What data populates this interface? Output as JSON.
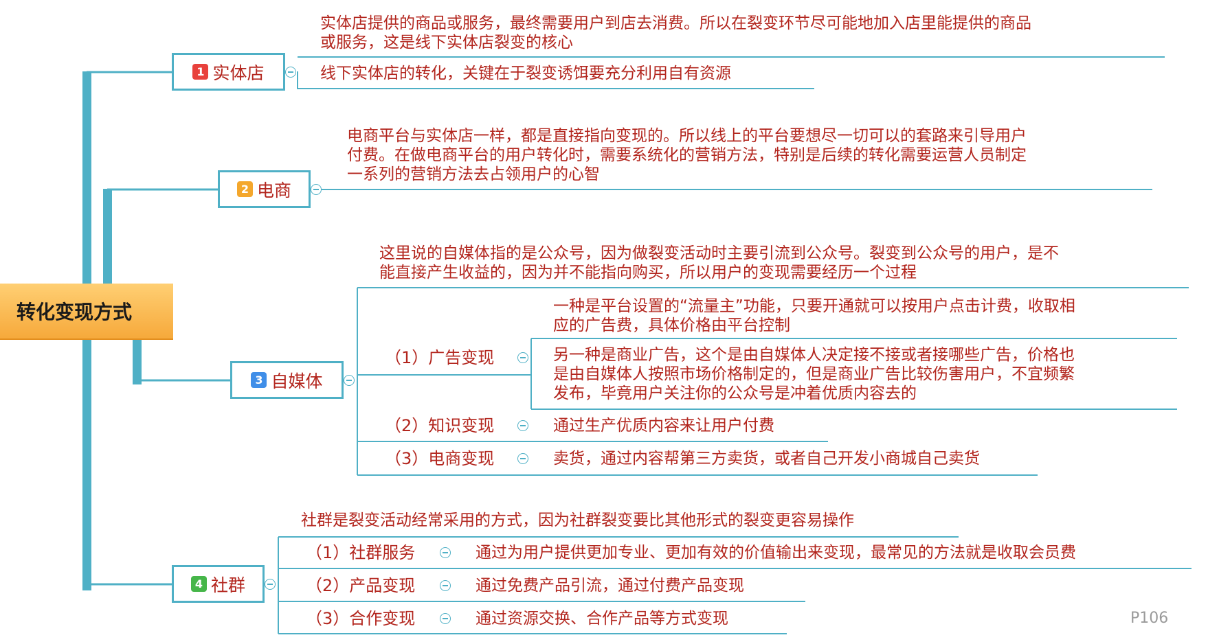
{
  "root": {
    "label": "转化变现方式"
  },
  "branches": {
    "b1": {
      "num": "1",
      "num_color": "#e8413c",
      "label": "实体店",
      "texts": [
        "实体店提供的商品或服务，最终需要用户到店去消费。所以在裂变环节尽可能地加入店里能提供的商品",
        "或服务，这是线下实体店裂变的核心",
        "线下实体店的转化，关键在于裂变诱饵要充分利用自有资源"
      ]
    },
    "b2": {
      "num": "2",
      "num_color": "#f4a72c",
      "label": "电商",
      "texts": [
        "电商平台与实体店一样，都是直接指向变现的。所以线上的平台要想尽一切可以的套路来引导用户",
        "付费。在做电商平台的用户转化时，需要系统化的营销方法，特别是后续的转化需要运营人员制定",
        "一系列的营销方法去占领用户的心智"
      ]
    },
    "b3": {
      "num": "3",
      "num_color": "#3f8ee8",
      "label": "自媒体",
      "texts": [
        "这里说的自媒体指的是公众号，因为做裂变活动时主要引流到公众号。裂变到公众号的用户，是不",
        "能直接产生收益的，因为并不能指向购买，所以用户的变现需要经历一个过程"
      ],
      "subs": [
        {
          "label": "（1）广告变现",
          "texts": [
            "一种是平台设置的“流量主”功能，只要开通就可以按用户点击计费，收取相",
            "应的广告费，具体价格由平台控制",
            "另一种是商业广告，这个是由自媒体人决定接不接或者接哪些广告，价格也",
            "是由自媒体人按照市场价格制定的，但是商业广告比较伤害用户，不宜频繁",
            "发布，毕竟用户关注你的公众号是冲着优质内容去的"
          ]
        },
        {
          "label": "（2）知识变现",
          "texts": [
            "通过生产优质内容来让用户付费"
          ]
        },
        {
          "label": "（3）电商变现",
          "texts": [
            "卖货，通过内容帮第三方卖货，或者自己开发小商城自己卖货"
          ]
        }
      ]
    },
    "b4": {
      "num": "4",
      "num_color": "#46b649",
      "label": "社群",
      "texts": [
        "社群是裂变活动经常采用的方式，因为社群裂变要比其他形式的裂变更容易操作"
      ],
      "subs": [
        {
          "label": "（1）社群服务",
          "texts": [
            "通过为用户提供更加专业、更加有效的价值输出来变现，最常见的方法就是收取会员费"
          ]
        },
        {
          "label": "（2）产品变现",
          "texts": [
            "通过免费产品引流，通过付费产品变现"
          ]
        },
        {
          "label": "（3）合作变现",
          "texts": [
            "通过资源交换、合作产品等方式变现"
          ]
        }
      ]
    }
  },
  "page_number": "P106",
  "colors": {
    "line": "#4fb0c6",
    "text": "#b3261e",
    "root_fill": "#f6a93b"
  }
}
